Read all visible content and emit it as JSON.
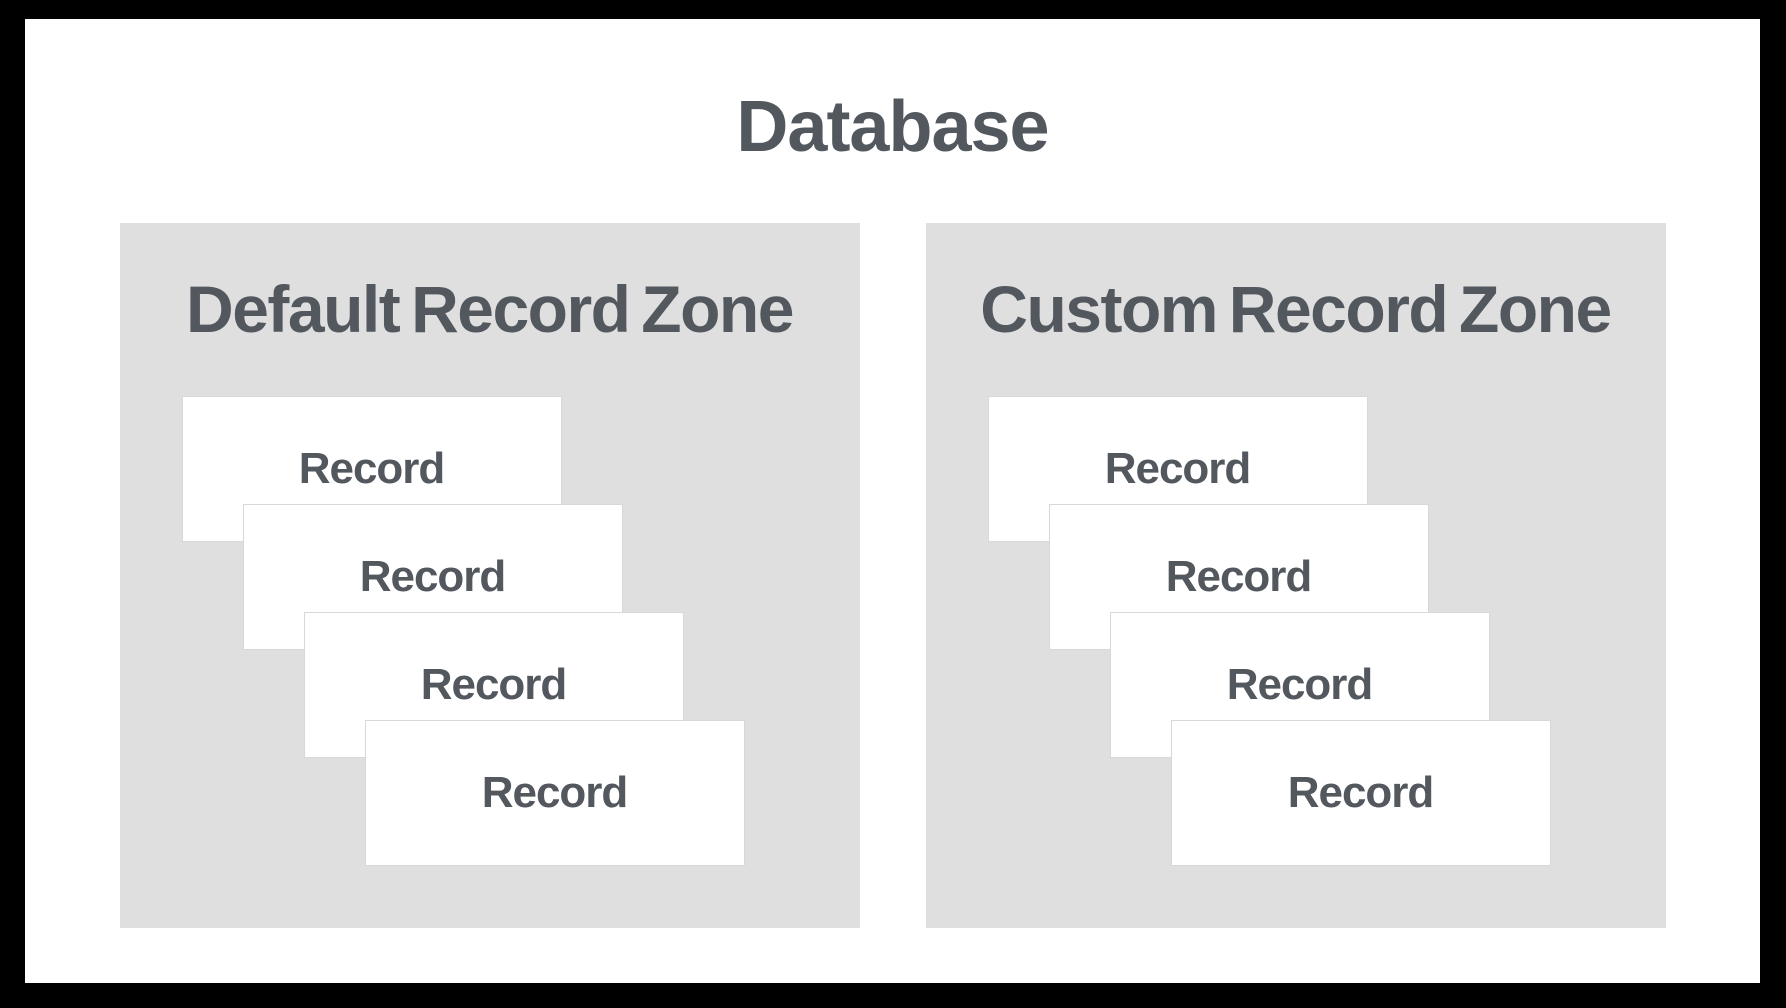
{
  "slide": {
    "title": "Database"
  },
  "zones": [
    {
      "title": "Default Record Zone",
      "records": [
        "Record",
        "Record",
        "Record",
        "Record"
      ]
    },
    {
      "title": "Custom Record Zone",
      "records": [
        "Record",
        "Record",
        "Record",
        "Record"
      ]
    }
  ],
  "colors": {
    "frame": "#000000",
    "background": "#ffffff",
    "zone_background": "#dfdfe0",
    "card_background": "#ffffff",
    "card_border": "#d8d8d8",
    "text": "#53585e"
  }
}
